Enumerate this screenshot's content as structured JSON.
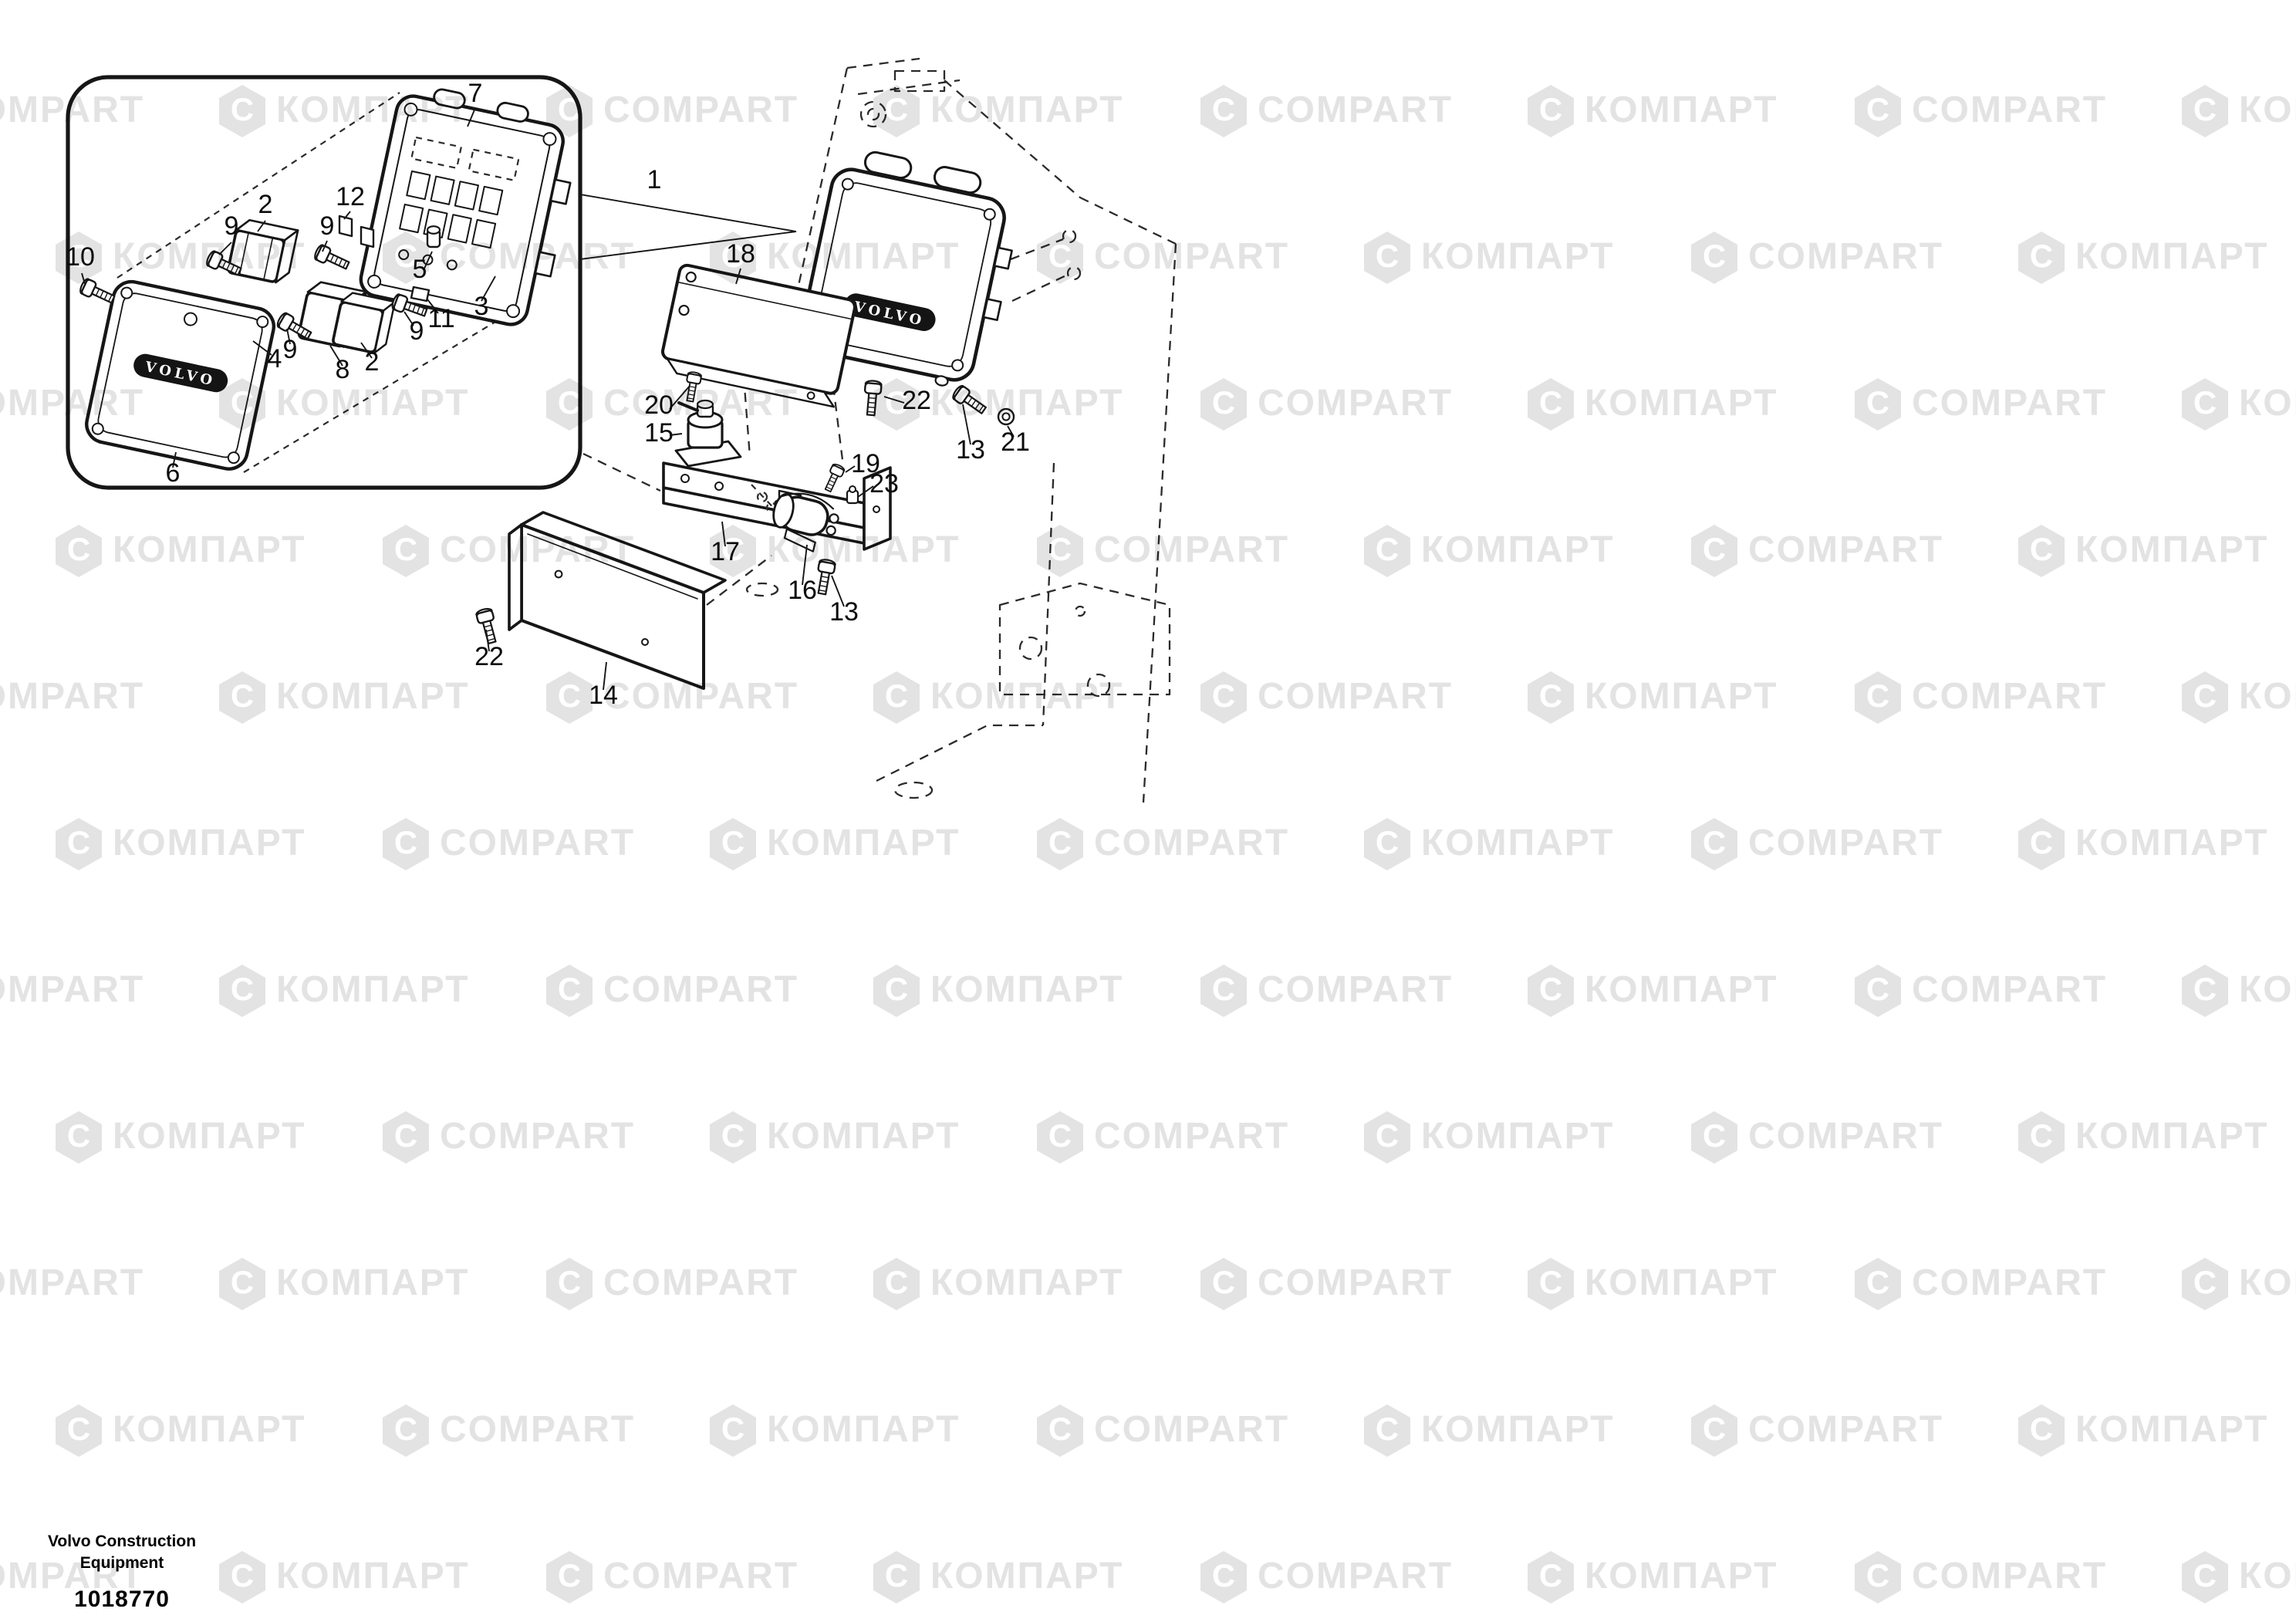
{
  "watermark": {
    "latin": "COMPART",
    "cyrillic": "КОМПАРТ",
    "color": "#e3e3e3"
  },
  "brand": {
    "volvo_logo": "VOLVO"
  },
  "footer": {
    "company_line1": "Volvo Construction",
    "company_line2": "Equipment",
    "document_number": "1018770"
  },
  "callouts": {
    "n1": "1",
    "n2a": "2",
    "n2b": "2",
    "n3": "3",
    "n4": "4",
    "n5": "5",
    "n6": "6",
    "n7": "7",
    "n8": "8",
    "n9a": "9",
    "n9b": "9",
    "n9c": "9",
    "n9d": "9",
    "n10": "10",
    "n11": "11",
    "n12": "12",
    "n13a": "13",
    "n13b": "13",
    "n14": "14",
    "n15": "15",
    "n16": "16",
    "n17": "17",
    "n18": "18",
    "n19": "19",
    "n20": "20",
    "n21": "21",
    "n22a": "22",
    "n22b": "22",
    "n23": "23"
  }
}
